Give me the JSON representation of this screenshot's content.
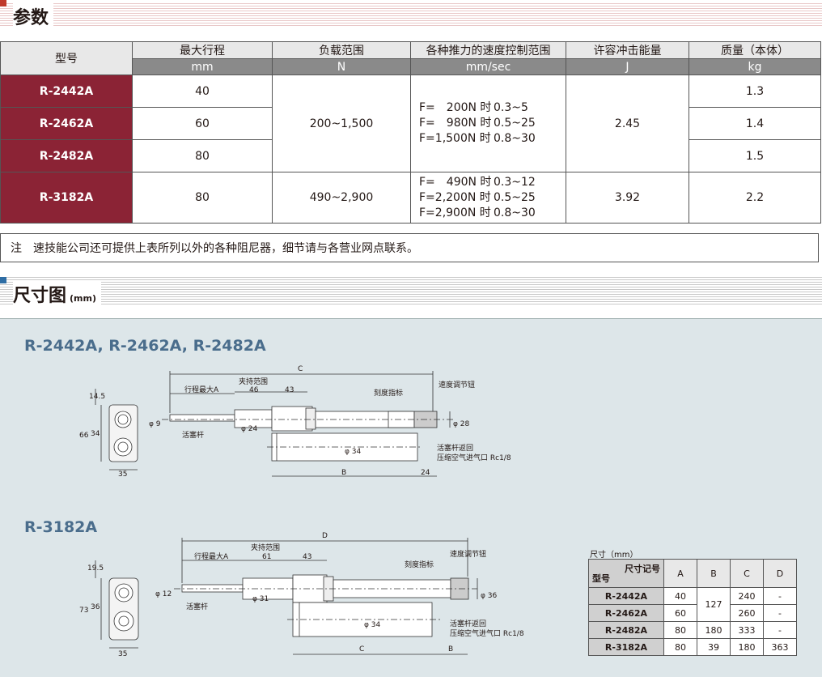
{
  "sections": {
    "params_title": "参数",
    "dims_title": "尺寸图",
    "dims_unit": "(mm)"
  },
  "colors": {
    "model_bg": "#8b2335",
    "accent_red": "#c0392b",
    "accent_blue": "#2e6da4",
    "panel_bg": "#dde6e9",
    "model_title": "#4a6d8c"
  },
  "spec_table": {
    "headers": {
      "type": "型号",
      "stroke": "最大行程",
      "load": "负载范围",
      "speed": "各种推力的速度控制范围",
      "energy": "许容冲击能量",
      "mass": "质量（本体）"
    },
    "units": {
      "stroke": "mm",
      "load": "N",
      "speed": "mm/sec",
      "energy": "J",
      "mass": "kg"
    },
    "rows": [
      {
        "model": "R-2442A",
        "stroke": "40",
        "mass": "1.3"
      },
      {
        "model": "R-2462A",
        "stroke": "60",
        "mass": "1.4"
      },
      {
        "model": "R-2482A",
        "stroke": "80",
        "mass": "1.5"
      },
      {
        "model": "R-3182A",
        "stroke": "80",
        "mass": "2.2"
      }
    ],
    "group1": {
      "load": "200~1,500",
      "energy": "2.45",
      "speed": [
        [
          "F=　200N 时",
          "0.3~5"
        ],
        [
          "F=　980N 时",
          "0.5~25"
        ],
        [
          "F=1,500N 时",
          "0.8~30"
        ]
      ]
    },
    "group2": {
      "load": "490~2,900",
      "energy": "3.92",
      "speed": [
        [
          "F=　490N 时",
          "0.3~12"
        ],
        [
          "F=2,200N 时",
          "0.5~25"
        ],
        [
          "F=2,900N 时",
          "0.8~30"
        ]
      ]
    }
  },
  "note": "注　速技能公司还可提供上表所列以外的各种阻尼器，细节请与各营业网点联系。",
  "drawing1": {
    "title": "R-2442A, R-2462A, R-2482A",
    "labels": {
      "stroke_max": "行程最大A",
      "clamp_range": "夹持范围",
      "scale_mark": "刻度指标",
      "speed_knob": "速度调节钮",
      "piston_rod": "活塞杆",
      "air_inlet_1": "活塞杆返回",
      "air_inlet_2": "压缩空气进气口 Rc1/8"
    },
    "dims": {
      "c": "C",
      "b": "B",
      "d46": "46",
      "d43": "43",
      "d24": "24",
      "d35": "35",
      "d66": "66",
      "d34": "34",
      "d14_5": "14.5",
      "phi9": "φ 9",
      "phi24": "φ 24",
      "phi28": "φ 28",
      "phi34": "φ 34"
    }
  },
  "drawing2": {
    "title": "R-3182A",
    "labels": {
      "stroke_max": "行程最大A",
      "clamp_range": "夹持范围",
      "scale_mark": "刻度指标",
      "speed_knob": "速度调节钮",
      "piston_rod": "活塞杆",
      "air_inlet_1": "活塞杆返回",
      "air_inlet_2": "压缩空气进气口 Rc1/8"
    },
    "dims": {
      "d": "D",
      "c": "C",
      "b": "B",
      "d61": "61",
      "d43": "43",
      "d35": "35",
      "d73": "73",
      "d36": "36",
      "d19_5": "19.5",
      "phi12": "φ 12",
      "phi31": "φ 31",
      "phi36": "φ 36",
      "phi34": "φ 34"
    }
  },
  "dim_table": {
    "caption": "尺寸（mm）",
    "corner_top": "尺寸记号",
    "corner_bottom": "型号",
    "cols": [
      "A",
      "B",
      "C",
      "D"
    ],
    "rows": [
      {
        "model": "R-2442A",
        "a": "40",
        "c": "240",
        "d": "-"
      },
      {
        "model": "R-2462A",
        "a": "60",
        "c": "260",
        "d": "-"
      },
      {
        "model": "R-2482A",
        "a": "80",
        "b": "180",
        "c": "333",
        "d": "-"
      },
      {
        "model": "R-3182A",
        "a": "80",
        "b": "39",
        "c": "180",
        "d": "363"
      }
    ],
    "merged_b": "127"
  }
}
